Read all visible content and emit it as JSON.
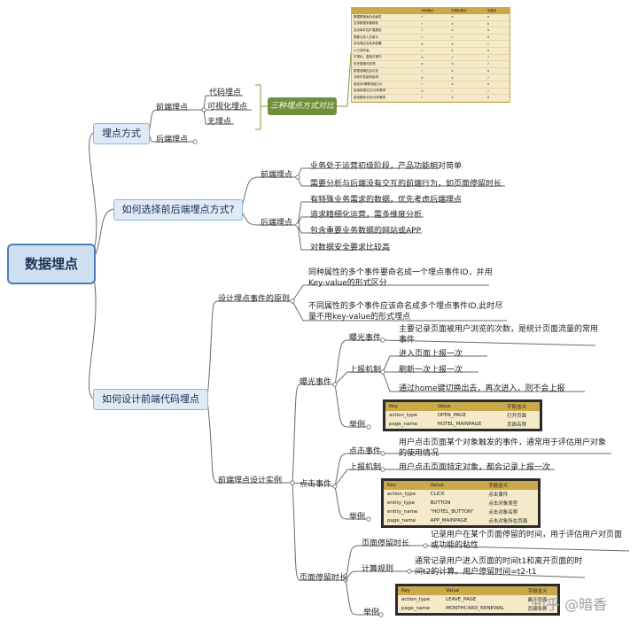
{
  "root": "数据埋点",
  "branches": {
    "b1": "埋点方式",
    "b2": "如何选择前后端埋点方式?",
    "b3": "如何设计前端代码埋点"
  },
  "method": {
    "front": "前端埋点",
    "back": "后端埋点",
    "code": "代码埋点",
    "visual": "可视化埋点",
    "none": "无埋点",
    "compare_label": "三种埋点方式对比"
  },
  "compare_table": {
    "headers": [
      "",
      "代码埋点",
      "可视化埋点",
      "无埋点"
    ],
    "rows": [
      [
        "数据覆盖面及全面性",
        "✓",
        "×",
        "×"
      ],
      [
        "支持数据采集精准",
        "✓",
        "×",
        "×"
      ],
      [
        "支持事件的扩展属性",
        "✓",
        "×",
        "×"
      ],
      [
        "需要业务人员参与",
        "✓",
        "✓",
        "×"
      ],
      [
        "自动埋点及技术部署",
        "×",
        "×",
        "✓"
      ],
      [
        "人力成本高",
        "✓",
        "×",
        "×"
      ],
      [
        "可视化、直接可操作",
        "×",
        "✓",
        "✓"
      ],
      [
        "历史数据可回溯",
        "×",
        "×",
        "✓"
      ],
      [
        "数据准确性及可控",
        "✓",
        "×",
        "×"
      ],
      [
        "对软件性能有影响",
        "×",
        "×",
        "✓"
      ],
      [
        "能查询/埋需求能力大",
        "✓",
        "×",
        "×"
      ],
      [
        "适用前端交互/分析需求",
        "×",
        "✓",
        "✓"
      ],
      [
        "适用服务业务/分析需求",
        "✓",
        "×",
        "×"
      ]
    ]
  },
  "choose": {
    "front": "前端埋点",
    "back": "后端埋点",
    "front_items": [
      "业务处于运营初级阶段，产品功能相对简单",
      "需要分析与后端没有交互的前端行为，如页面停留时长"
    ],
    "back_items": [
      "有特殊业务需求的数据，优先考虑后端埋点",
      "追求精细化运营，需多维度分析",
      "包含重要业务数据的网站或APP",
      "对数据安全要求比较高"
    ]
  },
  "design": {
    "principle": "设计埋点事件的原则",
    "principle_items": [
      "同种属性的多个事件要命名成一个埋点事件ID，并用Key-value的形式区分",
      "不同属性的多个事件应该命名成多个埋点事件ID,此时尽量不用key-value的形式埋点"
    ],
    "example": "前端埋点设计实例",
    "exposure": {
      "title": "曝光事件",
      "k1": "曝光事件",
      "k1_desc": "主要记录页面被用户浏览的次数，是统计页面流量的常用事件",
      "k2": "上报机制",
      "k2_items": [
        "进入页面上报一次",
        "刷新一次上报一次",
        "通过home键切换出去，再次进入，则不会上报"
      ],
      "k3": "举例",
      "table": {
        "headers": [
          "Key",
          "Value",
          "字段含义"
        ],
        "rows": [
          [
            "action_type",
            "OPEN_PAGE",
            "打开页面"
          ],
          [
            "page_name",
            "HOTEL_MAINPAGE",
            "页面名称"
          ]
        ]
      }
    },
    "click": {
      "title": "点击事件",
      "k1": "点击事件",
      "k1_desc": "用户点击页面某个对象触发的事件，通常用于评估用户对象的使用情况",
      "k2": "上报机制",
      "k2_desc": "用户点击页面特定对象，都会记录上报一次",
      "k3": "举例",
      "table": {
        "headers": [
          "Key",
          "Value",
          "字段含义"
        ],
        "rows": [
          [
            "action_type",
            "CLICK",
            "点击事件"
          ],
          [
            "entity_type",
            "BUTTON",
            "点击对象类型"
          ],
          [
            "entity_name",
            "\"HOTEL_BUTTON\"",
            "点击对象名称"
          ],
          [
            "page_name",
            "APP_MAINPAGE",
            "点击对象所在页面"
          ]
        ]
      }
    },
    "stay": {
      "title": "页面停留时长",
      "k1": "页面停留时长",
      "k1_desc": "记录用户在某个页面停留的时间，用于评估用户对页面或功能的粘性",
      "k2": "计算规则",
      "k2_desc": "通常记录用户进入页面的时间t1和离开页面的时间t2的计算。用户停留时间=t2-t1",
      "k3": "举例",
      "table": {
        "headers": [
          "Key",
          "Value",
          "字段含义"
        ],
        "rows": [
          [
            "action_type",
            "LEAVE_PAGE",
            "离开页面"
          ],
          [
            "page_name",
            "MONTHCARD_RENEWAL",
            "页面名称"
          ]
        ]
      }
    }
  },
  "watermark": "知乎 @暗香",
  "colors": {
    "root_fill": "#cfe0f2",
    "branch_fill": "#dfeaf6",
    "accent_green": "#6f8f3a",
    "table_header": "#c9a94a"
  }
}
